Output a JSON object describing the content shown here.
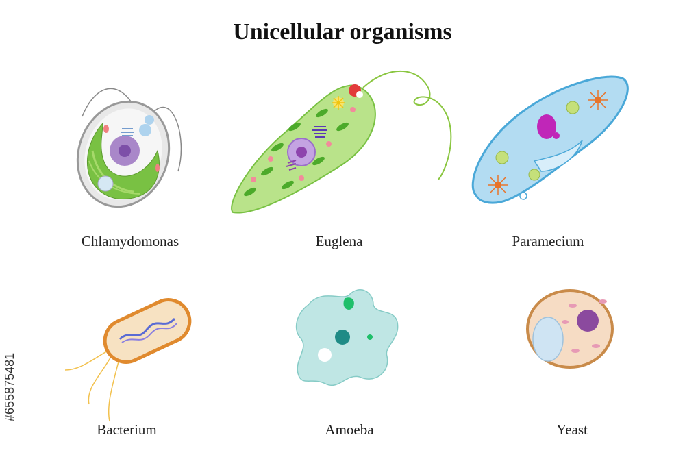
{
  "title": "Unicellular organisms",
  "organisms": [
    {
      "name": "Chlamydomonas"
    },
    {
      "name": "Euglena"
    },
    {
      "name": "Paramecium"
    },
    {
      "name": "Bacterium"
    },
    {
      "name": "Amoeba"
    },
    {
      "name": "Yeast"
    }
  ],
  "watermark_id": "#655875481",
  "colors": {
    "chloroplast": "#79c143",
    "nucleus": "#9b59b6",
    "paramecium_body": "#b3dcf2",
    "bacterium_wall": "#e08a2e",
    "amoeba_body": "#bfe6e4",
    "yeast_body": "#f6dcc4"
  }
}
